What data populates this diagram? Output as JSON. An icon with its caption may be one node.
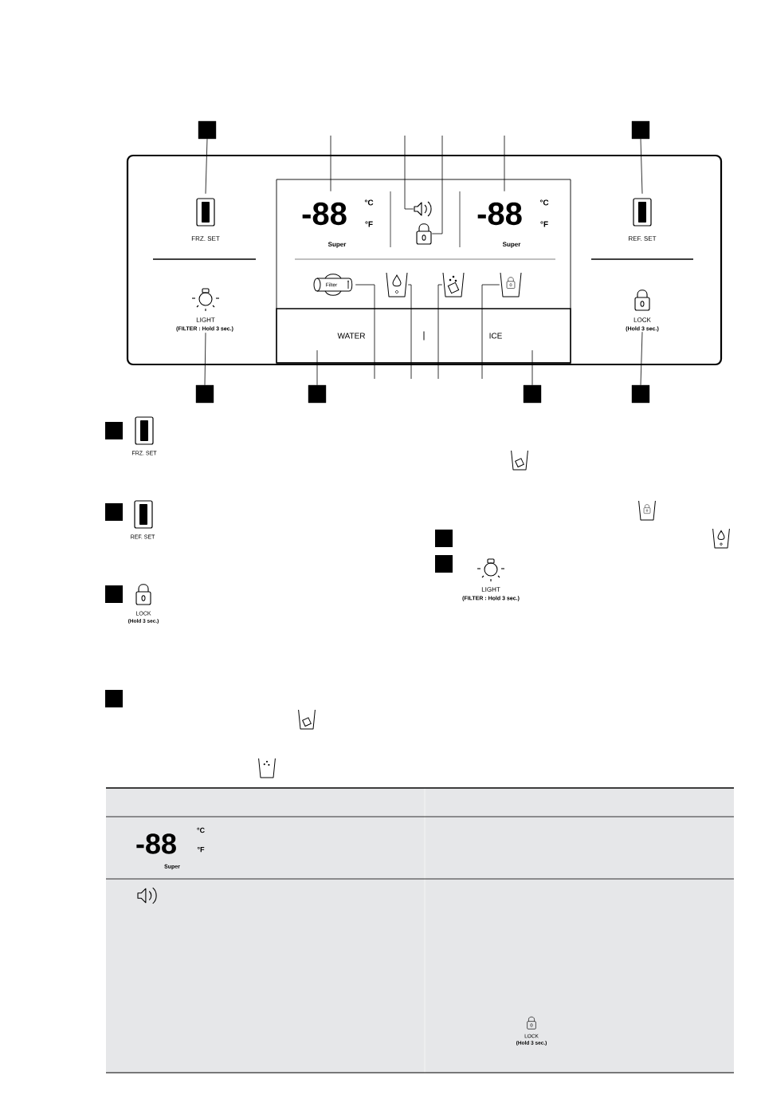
{
  "diagram": {
    "nodes": [
      {
        "text": [],
        "shape": "box"
      },
      {
        "text": [
          "FRZ. SET"
        ],
        "in": 0
      },
      {
        "text": [
          "REF. SET"
        ],
        "in": 0
      },
      {
        "text": [
          "LIGHT",
          "(FILTER : Hold 3 sec.)"
        ],
        "in": 0
      },
      {
        "text": [
          "LOCK",
          "(Hold 3 sec.)"
        ],
        "in": 0
      },
      {
        "text": [],
        "shape": "box",
        "in": 0
      },
      {
        "text": [
          "-88",
          "°C",
          "°F",
          "Super"
        ],
        "in": 5
      },
      {
        "text": [],
        "shape": "speaker",
        "in": 5
      },
      {
        "text": [],
        "shape": "padlock",
        "in": 5
      },
      {
        "text": [
          "-88",
          "°C",
          "°F",
          "Super"
        ],
        "in": 5
      },
      {
        "text": [
          "Filter"
        ],
        "in": 5
      },
      {
        "text": [],
        "shape": "cup",
        "in": 5
      },
      {
        "text": [],
        "shape": "cup",
        "in": 5
      },
      {
        "text": [],
        "shape": "cup",
        "in": 5
      },
      {
        "text": [
          "WATER"
        ],
        "in": 5
      },
      {
        "text": [
          "ICE"
        ],
        "in": 5
      },
      {
        "text": [],
        "shape": "box"
      },
      {
        "text": [],
        "shape": "box"
      },
      {
        "text": [],
        "shape": "box"
      },
      {
        "text": [],
        "shape": "box"
      },
      {
        "text": [],
        "shape": "box"
      },
      {
        "text": [],
        "shape": "box"
      }
    ],
    "edges": [
      {
        "from": 16,
        "to": 1,
        "arrow": "none"
      },
      {
        "from": 17,
        "to": 2,
        "arrow": "none"
      },
      {
        "from": null,
        "to": 6,
        "arrow": "none"
      },
      {
        "from": null,
        "to": 7,
        "arrow": "none"
      },
      {
        "from": null,
        "to": 8,
        "arrow": "none"
      },
      {
        "from": null,
        "to": 9,
        "arrow": "none"
      },
      {
        "from": 18,
        "to": 3,
        "arrow": "none"
      },
      {
        "from": 19,
        "to": 14,
        "arrow": "none"
      },
      {
        "from": null,
        "to": 10,
        "arrow": "none"
      },
      {
        "from": null,
        "to": 11,
        "arrow": "none"
      },
      {
        "from": null,
        "to": 12,
        "arrow": "none"
      },
      {
        "from": null,
        "to": 13,
        "arrow": "none"
      },
      {
        "from": 20,
        "to": 15,
        "arrow": "none"
      },
      {
        "from": 21,
        "to": 4,
        "arrow": "none"
      }
    ],
    "labels": [
      "|",
      "FRZ. SET",
      "REF. SET",
      "LOCK",
      "(Hold 3 sec.)",
      "LIGHT",
      "(FILTER : Hold 3 sec.)",
      "-88",
      "°C",
      "°F",
      "Super",
      "LOCK",
      "(Hold 3 sec.)"
    ]
  }
}
